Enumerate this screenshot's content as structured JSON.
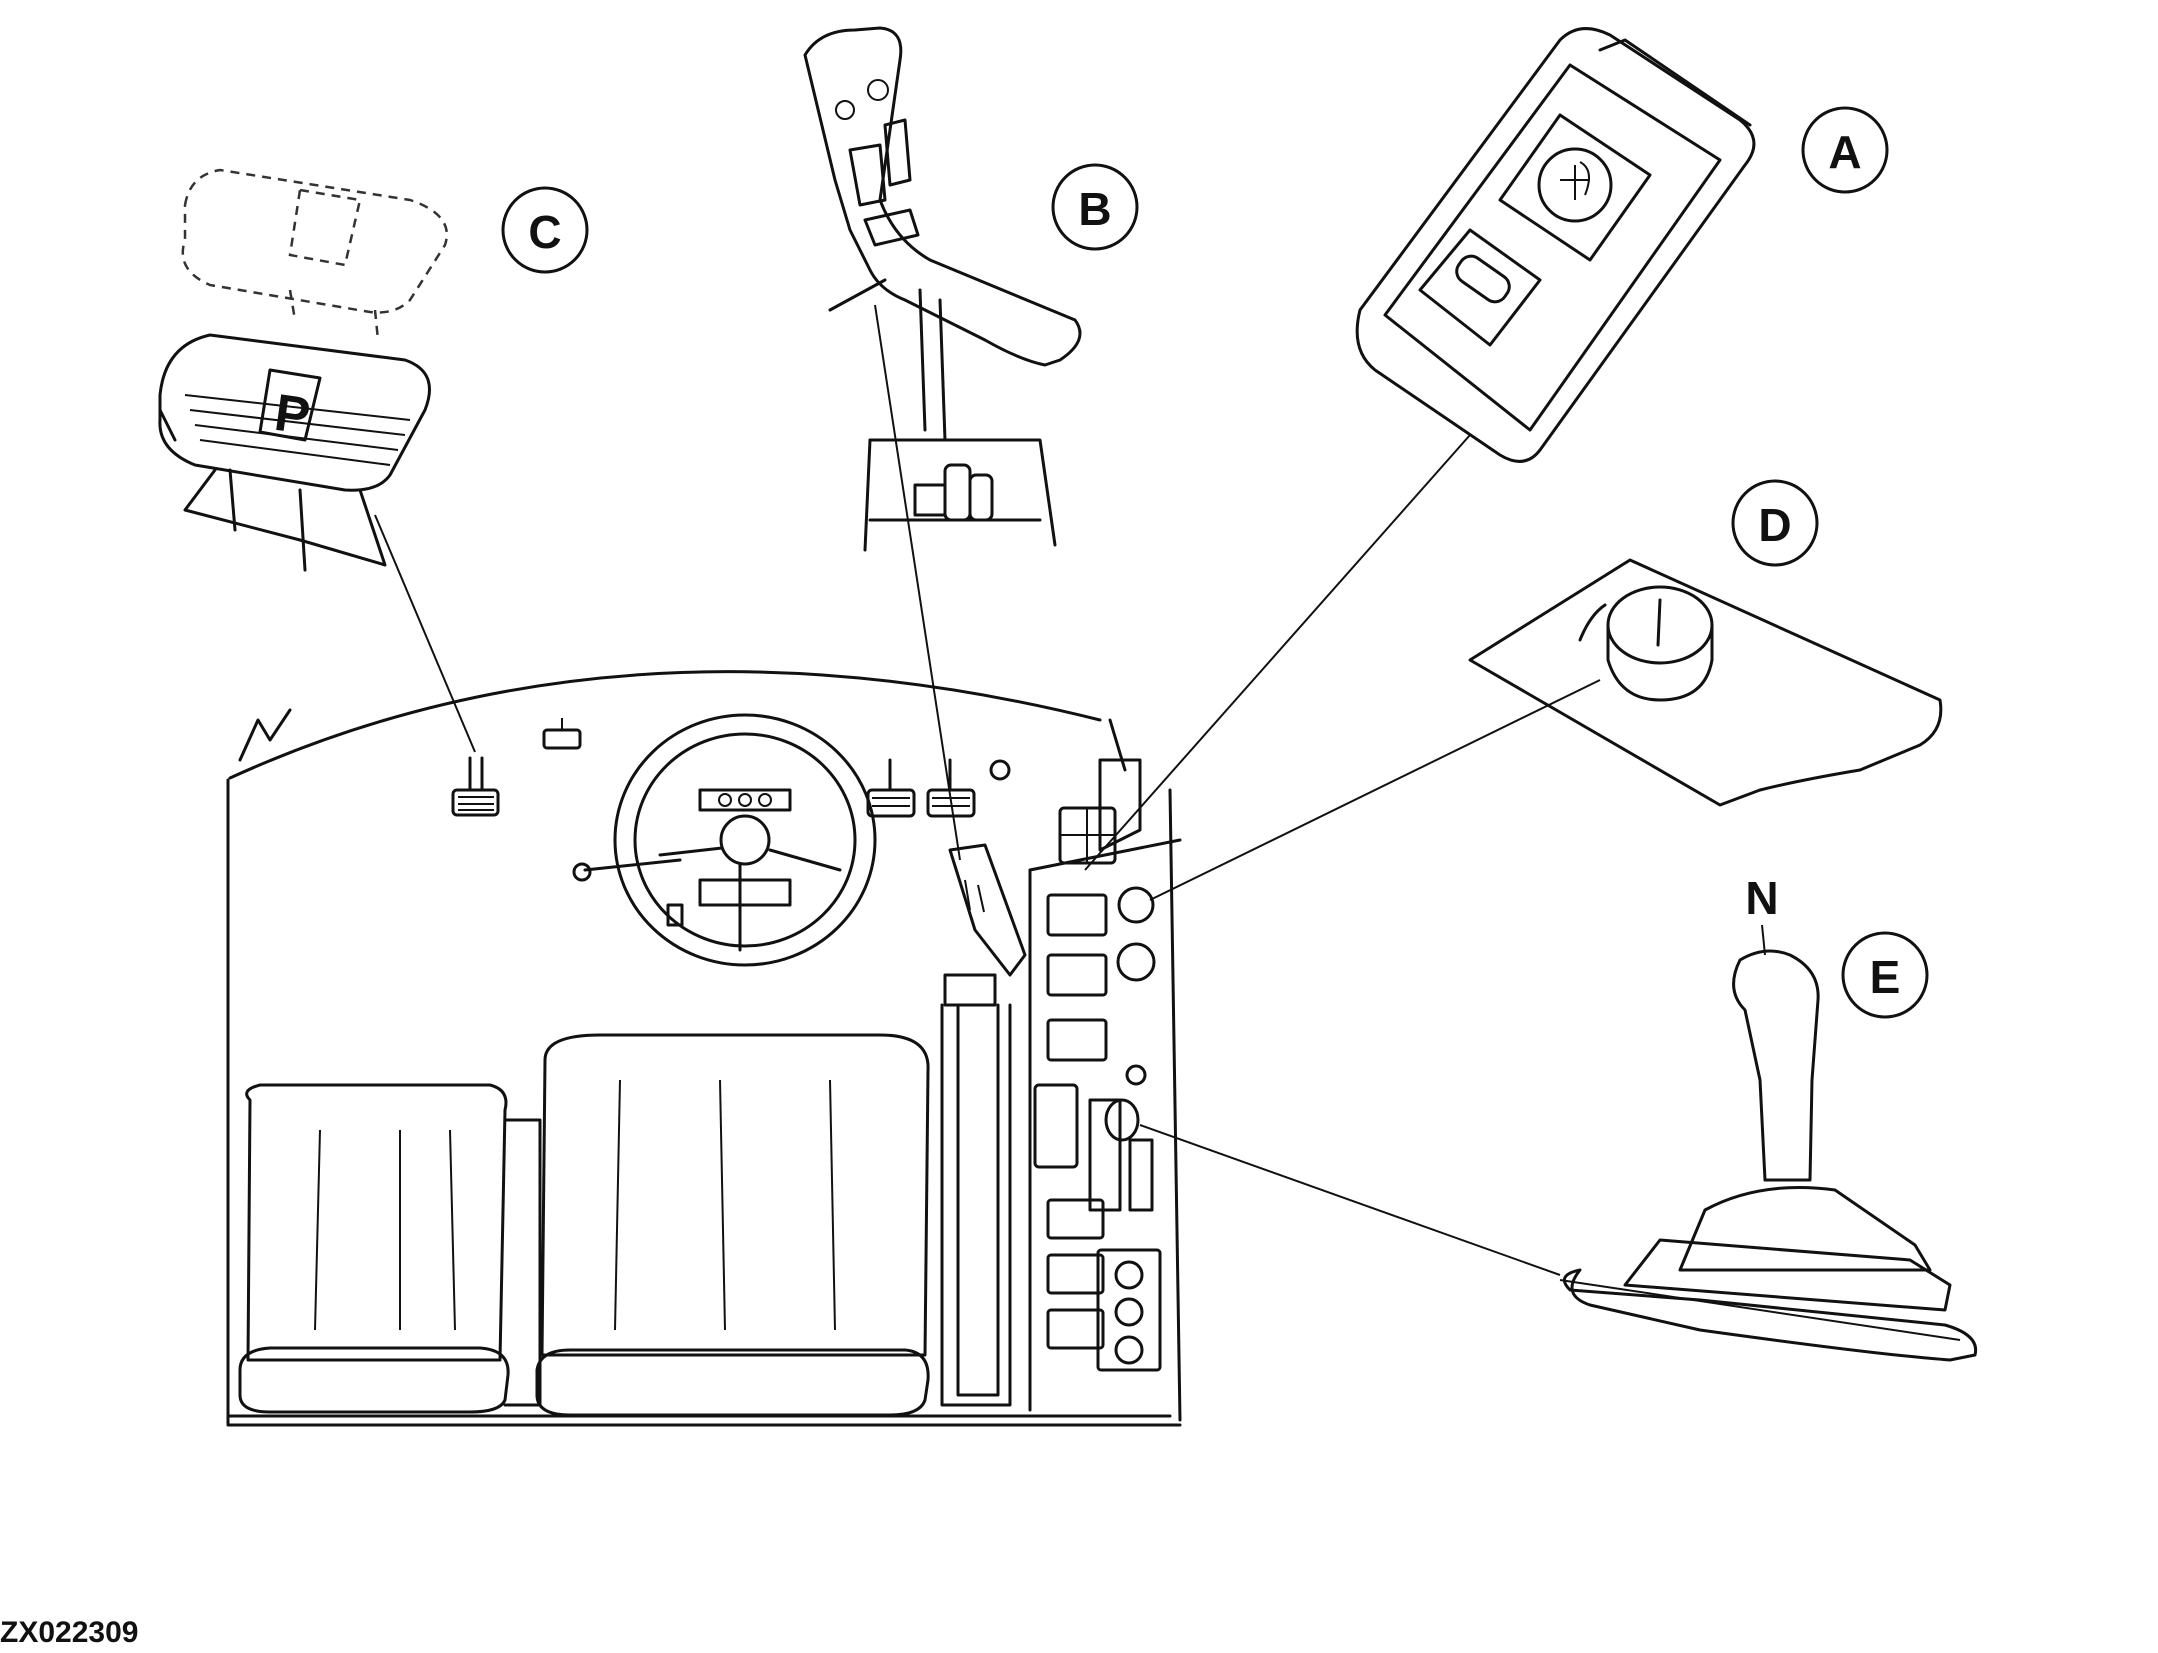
{
  "figure": {
    "callouts": {
      "a": "A",
      "b": "B",
      "c": "C",
      "d": "D",
      "e": "E"
    },
    "shift_position_label": "N",
    "pedal_label": "P",
    "image_code": "ZX022309"
  }
}
